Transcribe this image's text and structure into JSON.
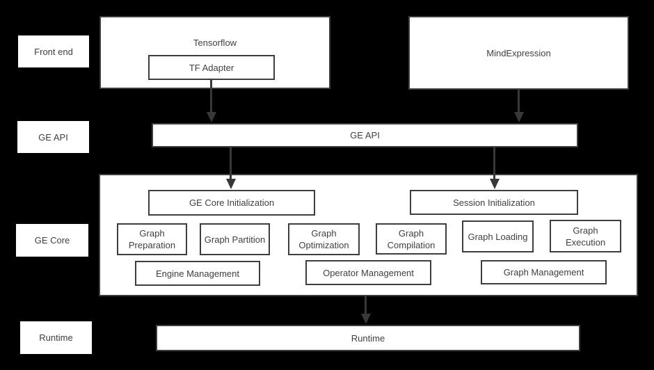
{
  "colors": {
    "bg": "#000000",
    "fill": "#ffffff",
    "border": "#3d3d3d",
    "text": "#3f3f3f",
    "arrow": "#383838"
  },
  "layers": {
    "front_end_label": "Front end",
    "ge_api_label": "GE API",
    "ge_core_label": "GE Core",
    "runtime_label": "Runtime"
  },
  "front_end": {
    "tensorflow_label": "Tensorflow",
    "tf_adapter_label": "TF Adapter",
    "mindexpression_label": "MindExpression"
  },
  "ge_api": {
    "bar_label": "GE API"
  },
  "ge_core": {
    "ge_core_initialization": "GE Core Initialization",
    "session_initialization": "Session Initialization",
    "graph_preparation": "Graph Preparation",
    "graph_partition": "Graph Partition",
    "graph_optimization": "Graph Optimization",
    "graph_compilation": "Graph Compilation",
    "graph_loading": "Graph Loading",
    "graph_execution": "Graph Execution",
    "engine_management": "Engine Management",
    "operator_management": "Operator Management",
    "graph_management": "Graph Management"
  },
  "runtime": {
    "bar_label": "Runtime"
  }
}
